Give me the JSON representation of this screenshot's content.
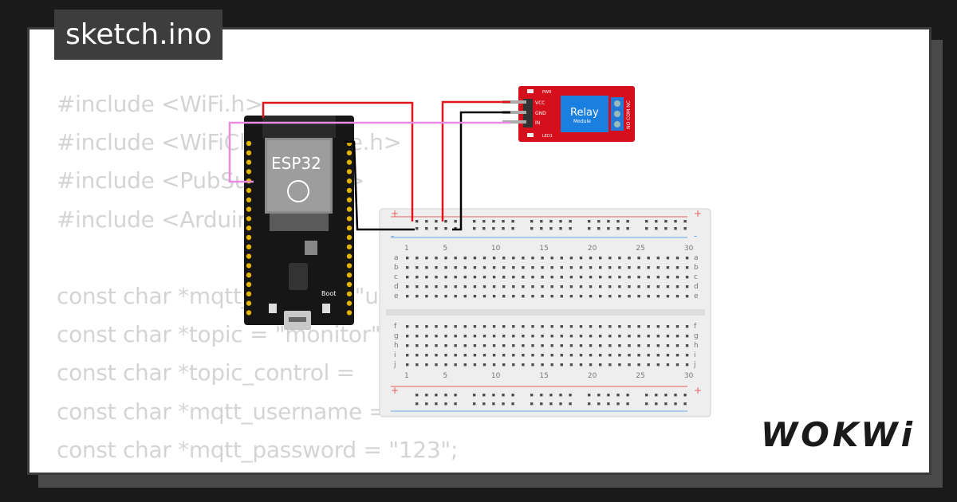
{
  "title": "sketch.ino",
  "logo": "WOKWi",
  "code_lines": [
    "#include <WiFi.h>",
    "#include <WiFiClientSecure.h>",
    "#include <PubSubClient.h>",
    "#include <ArduinoJson.h>",
    "",
    "const char *mqtt_broker = \"u1.emqxsl.com\";",
    "const char *topic = \"monitor\";",
    "const char *topic_control = ",
    "const char *mqtt_username = ",
    "const char *mqtt_password = \"123\";",
    ""
  ],
  "esp32": {
    "label": "ESP32",
    "boot_label": "Boot"
  },
  "relay": {
    "label": "Relay",
    "sublabel": "Module",
    "pin_vcc": "VCC",
    "pin_gnd": "GND",
    "pin_in": "IN",
    "led_pwr": "PWR",
    "led_led1": "LED1",
    "terminals": "NO COM NC"
  },
  "breadboard": {
    "col_numbers": [
      "1",
      "5",
      "10",
      "15",
      "20",
      "25",
      "30"
    ],
    "rows_top": [
      "a",
      "b",
      "c",
      "d",
      "e"
    ],
    "rows_bottom": [
      "f",
      "g",
      "h",
      "i",
      "j"
    ],
    "plus": "+",
    "minus": "-"
  },
  "colors": {
    "wire_red": "#e0141c",
    "wire_black": "#000000",
    "wire_pink": "#e98be0",
    "relay_red": "#d5101c",
    "relay_blue": "#1b7fe0",
    "board_black": "#161616"
  }
}
